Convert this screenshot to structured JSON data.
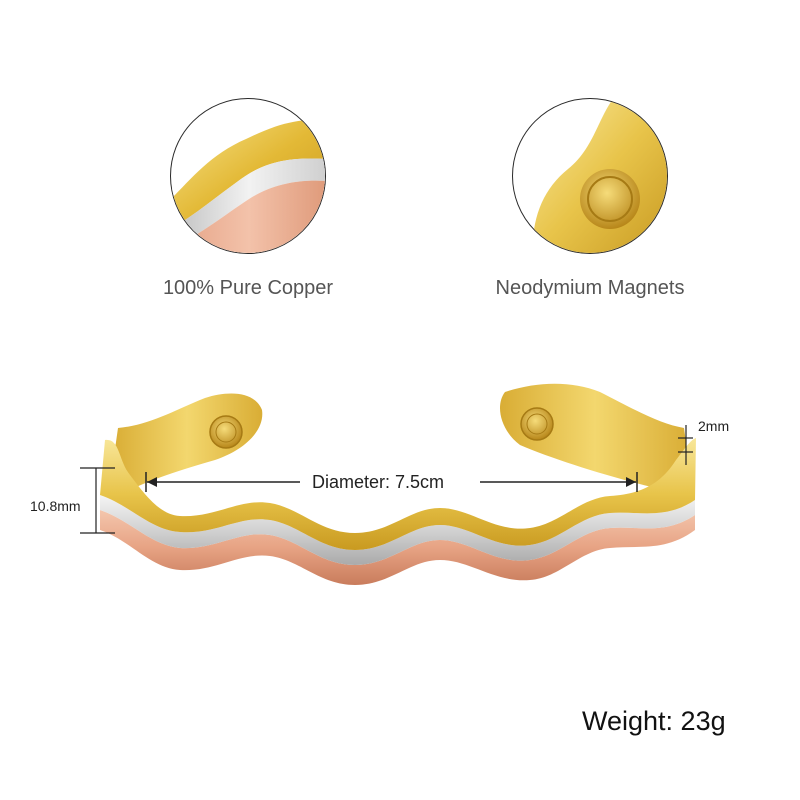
{
  "features": {
    "copper": {
      "caption": "100% Pure Copper",
      "icon": "copper-layers-closeup-icon"
    },
    "magnets": {
      "caption": "Neodymium Magnets",
      "icon": "magnet-closeup-icon"
    }
  },
  "dimensions": {
    "diameter_label": "Diameter: 7.5cm",
    "height_label": "10.8mm",
    "thickness_label": "2mm"
  },
  "weight_label": "Weight: 23g",
  "colors": {
    "gold": "#e8c44a",
    "silver": "#d9d9d9",
    "rose": "#e7a384"
  }
}
